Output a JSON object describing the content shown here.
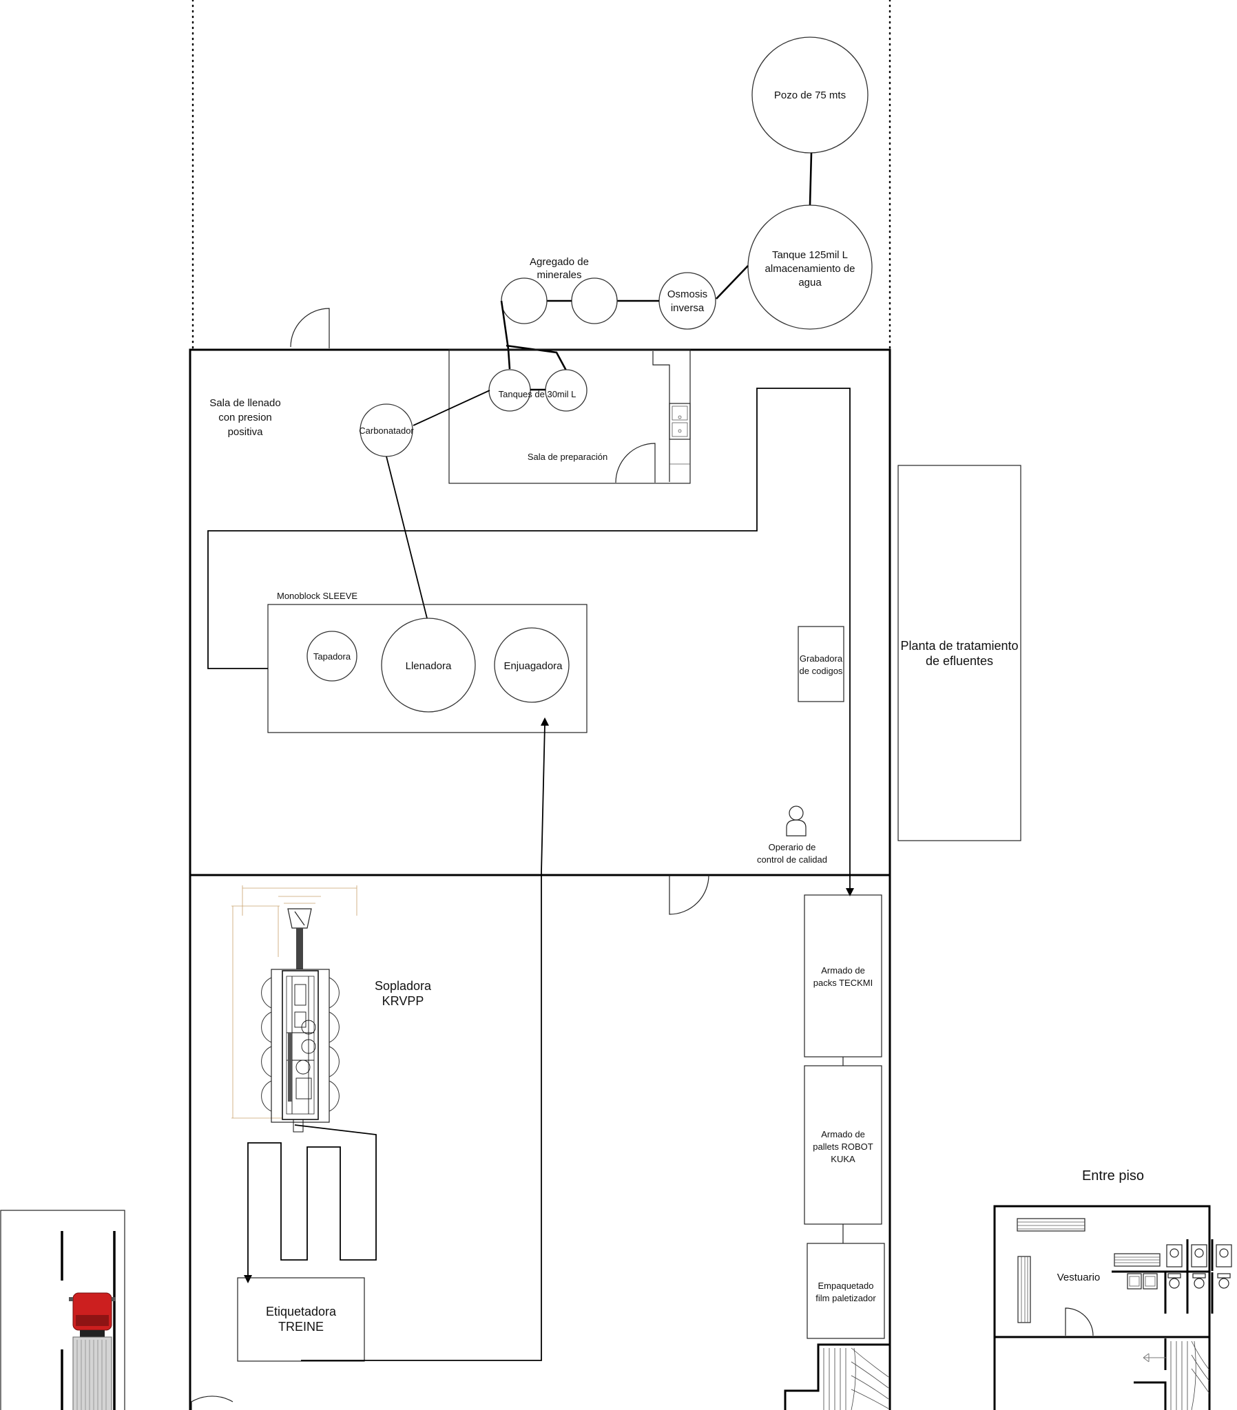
{
  "labels": {
    "pozo": "Pozo de 75 mts",
    "tanque_125": [
      "Tanque 125mil L",
      "almacenamiento de",
      "agua"
    ],
    "osmosis": [
      "Osmosis",
      "inversa"
    ],
    "agregado": [
      "Agregado de",
      "minerales"
    ],
    "tanques_30": "Tanques de 30mil L",
    "carbonatador": "Carbonatador",
    "sala_llenado": [
      "Sala de llenado",
      "con presion",
      "positiva"
    ],
    "sala_preparacion": "Sala de preparación",
    "monoblock": "Monoblock SLEEVE",
    "tapadora": "Tapadora",
    "llenadora": "Llenadora",
    "enjuagadora": "Enjuagadora",
    "grabadora": [
      "Grabadora",
      "de codigos"
    ],
    "planta_efluentes": [
      "Planta de tratamiento",
      "de efluentes"
    ],
    "operario": [
      "Operario de",
      "control de calidad"
    ],
    "sopladora": [
      "Sopladora",
      "KRVPP"
    ],
    "armado_packs": [
      "Armado de",
      "packs TECKMI"
    ],
    "armado_pallets": [
      "Armado de",
      "pallets ROBOT",
      "KUKA"
    ],
    "empaquetado": [
      "Empaquetado",
      "film paletizador"
    ],
    "etiquetadora": [
      "Etiquetadora",
      "TREINE"
    ],
    "entre_piso": "Entre piso",
    "vestuario": "Vestuario"
  },
  "colors": {
    "line": "#000000",
    "truck_cab": "#cc1f1f",
    "truck_trailer": "#cfcfcf",
    "sopladora_dim": "#c9a06b"
  },
  "icons": [
    "door-swing-icon",
    "person-icon",
    "truck-icon",
    "stairs-icon",
    "toilet-icon",
    "sink-icon",
    "bench-icon"
  ]
}
